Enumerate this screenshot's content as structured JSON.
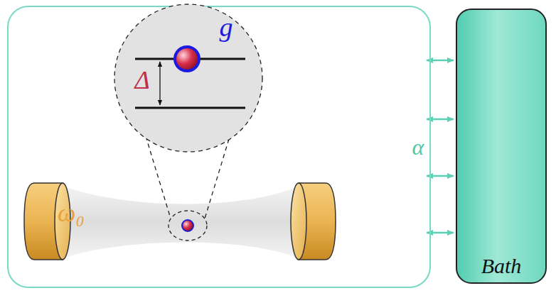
{
  "diagram": {
    "nodes": [
      {
        "text": [
          "ω₀"
        ]
      },
      {
        "text": [
          "g",
          "Δ"
        ],
        "in": 0
      },
      {
        "text": [
          "Bath"
        ]
      }
    ],
    "edges": [
      {
        "from": 0,
        "to": 2,
        "arrow": "both"
      },
      {
        "from": 0,
        "to": 2,
        "arrow": "both"
      },
      {
        "from": 0,
        "to": 2,
        "arrow": "both"
      },
      {
        "from": 0,
        "to": 2,
        "arrow": "both"
      }
    ],
    "labels": [
      "α"
    ]
  }
}
